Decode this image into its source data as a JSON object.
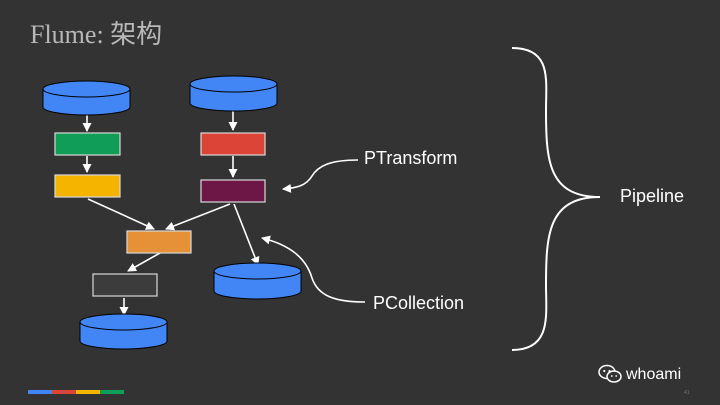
{
  "slide": {
    "title": "Flume: 架构",
    "page_number": "41"
  },
  "labels": {
    "ptransform": "PTransform",
    "pcollection": "PCollection",
    "pipeline": "Pipeline"
  },
  "watermark": {
    "icon": "wechat-icon",
    "text": "whoami"
  },
  "colors": {
    "background": "#333333",
    "collection": "#4285f4",
    "transform_green": "#0f9d58",
    "transform_yellow": "#f4b400",
    "transform_red": "#db4437",
    "transform_maroon": "#6d1747",
    "transform_orange": "#e69138",
    "transform_dark": "#3c3c3c",
    "arrow": "#ffffff",
    "brand_bar": [
      "#4285f4",
      "#db4437",
      "#f4b400",
      "#0f9d58"
    ]
  }
}
